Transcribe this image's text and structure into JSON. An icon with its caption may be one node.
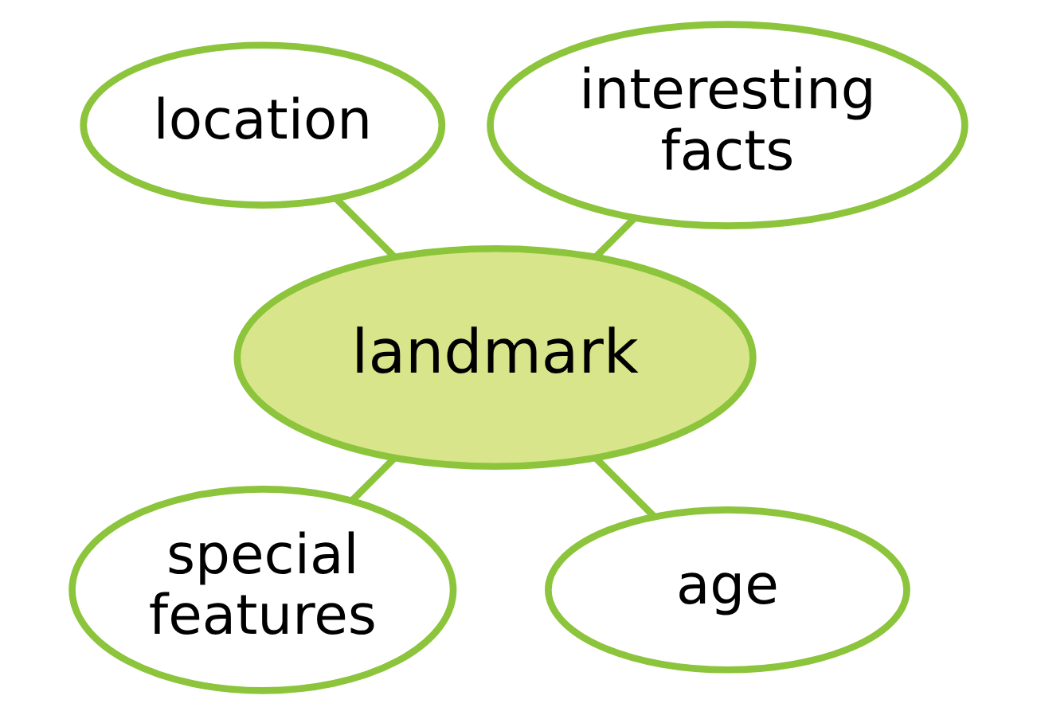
{
  "diagram": {
    "nodes": [
      {
        "text": [
          "landmark"
        ]
      },
      {
        "text": [
          "interesting facts"
        ]
      },
      {
        "text": [
          "location"
        ]
      },
      {
        "text": [
          "special features"
        ]
      },
      {
        "text": [
          "age"
        ]
      }
    ],
    "edges": [
      {
        "from": 0,
        "to": 1,
        "arrow": "none"
      },
      {
        "from": 0,
        "to": 2,
        "arrow": "none"
      },
      {
        "from": 0,
        "to": 3,
        "arrow": "none"
      },
      {
        "from": 0,
        "to": 4,
        "arrow": "none"
      }
    ]
  }
}
